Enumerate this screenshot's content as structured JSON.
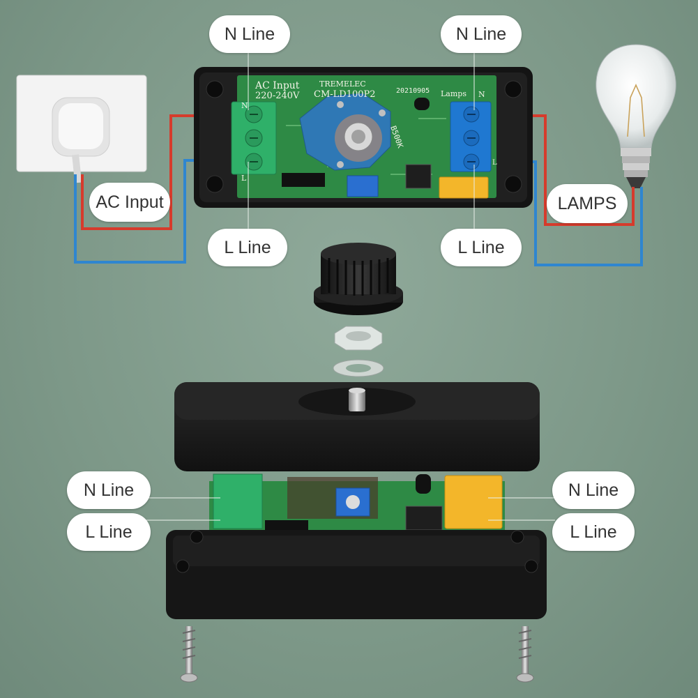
{
  "labels": {
    "top_left_n": "N Line",
    "top_left_l": "L Line",
    "top_right_n": "N Line",
    "top_right_l": "L Line",
    "ac_input": "AC Input",
    "lamps": "LAMPS",
    "bottom_left_n": "N Line",
    "bottom_left_l": "L Line",
    "bottom_right_n": "N Line",
    "bottom_right_l": "L Line"
  },
  "pcb": {
    "ac_input": "AC Input",
    "voltage": "220-240V",
    "brand": "TREMELEC",
    "model": "CM-LD100P2",
    "date": "20210905",
    "lamps": "Lamps",
    "term_n_left": "N",
    "term_l_left": "L",
    "term_n_right": "N",
    "term_l_right": "L",
    "pot": "B500K"
  },
  "colors": {
    "background": "#7f9a8b",
    "wire_live": "#d63b2c",
    "wire_neutral": "#2f86d0",
    "pcb_green": "#2e8a45",
    "terminal_green": "#2fb069",
    "terminal_blue": "#1f78d1",
    "enclosure": "#1b1b1b"
  },
  "icons": [
    "wall-socket-icon",
    "light-bulb-icon",
    "dimmer-knob-icon",
    "hex-nut-icon",
    "washer-icon",
    "screw-icon"
  ]
}
